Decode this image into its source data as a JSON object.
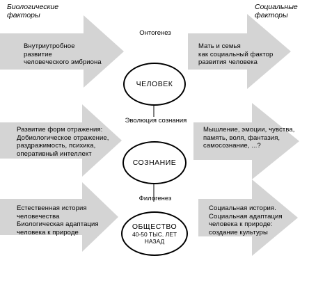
{
  "colors": {
    "arrow_fill": "#d4d4d4",
    "line": "#000000",
    "background": "#ffffff"
  },
  "headers": {
    "left": "Биологические\nфакторы",
    "right": "Социальные\nфакторы"
  },
  "stages": [
    {
      "title": "Онтогенез",
      "circle_label": "ЧЕЛОВЕК",
      "circle_sub": "",
      "left_text": "Внутриутробное\nразвитие\nчеловеческого эмбриона",
      "right_text": "Мать и семья\nкак социальный фактор\nразвития человека"
    },
    {
      "title": "Эволюция сознания",
      "circle_label": "СОЗНАНИЕ",
      "circle_sub": "",
      "left_text": "Развитие форм отражения:\nДобиологическое отражение,\nраздражимость, психика,\nоперативный интеллект",
      "right_text": "Мышление, эмоции, чувства,\nпамять, воля, фантазия,\nсамосознание, ...?"
    },
    {
      "title": "Филогенез",
      "circle_label": "ОБЩЕСТВО",
      "circle_sub": "40-50 ТЫС. ЛЕТ\nНАЗАД",
      "left_text": "Естественная история\nчеловечества\nБиологическая адаптация\nчеловека к природе",
      "right_text": "Социальная история.\nСоциальная адаптация\nчеловека к природе:\nсоздание культуры"
    }
  ]
}
